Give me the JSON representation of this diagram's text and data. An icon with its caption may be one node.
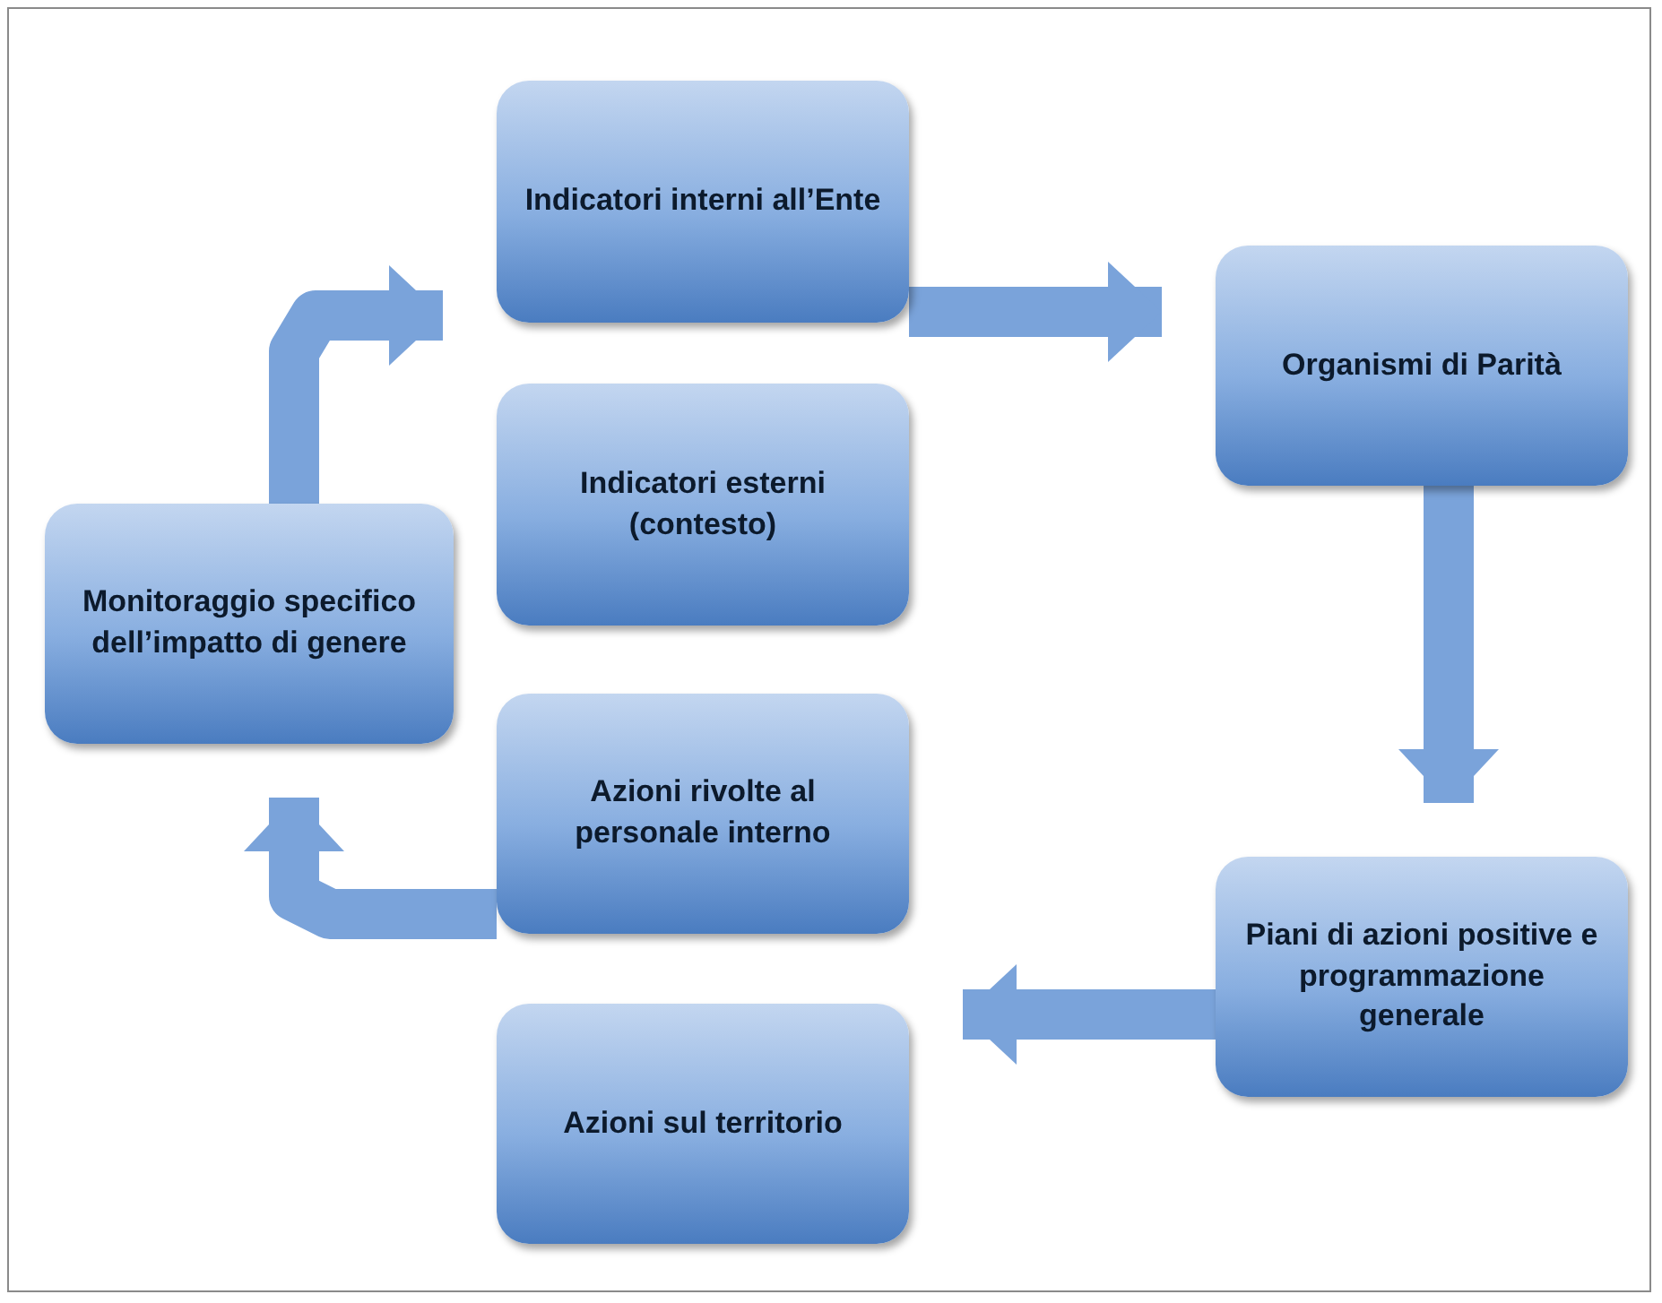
{
  "diagram": {
    "nodes": [
      {
        "text": [
          "Monitoraggio specifico dell’impatto di genere"
        ]
      },
      {
        "text": [
          "Indicatori interni all’Ente"
        ]
      },
      {
        "text": [
          "Indicatori esterni (contesto)"
        ]
      },
      {
        "text": [
          "Azioni rivolte al personale interno"
        ]
      },
      {
        "text": [
          "Azioni sul territorio"
        ]
      },
      {
        "text": [
          "Organismi di Parità"
        ]
      },
      {
        "text": [
          "Piani di azioni positive e programmazione generale"
        ]
      }
    ],
    "edges": [
      {
        "from": 0,
        "to": 1,
        "arrow": "to"
      },
      {
        "from": 1,
        "to": 5,
        "arrow": "to"
      },
      {
        "from": 5,
        "to": 6,
        "arrow": "to"
      },
      {
        "from": 6,
        "to": 4,
        "arrow": "to"
      },
      {
        "from": 3,
        "to": 0,
        "arrow": "to"
      }
    ]
  }
}
